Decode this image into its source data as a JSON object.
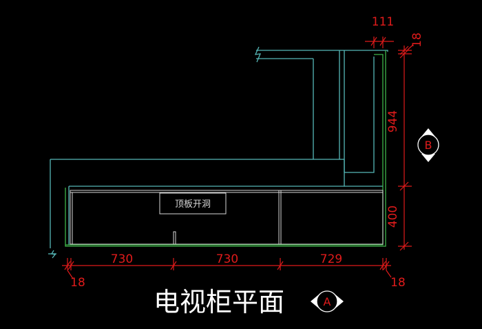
{
  "drawing": {
    "title": "电视柜平面",
    "label_top_hole": "顶板开洞",
    "colors": {
      "background": "#000000",
      "cyan": "#56b8b8",
      "green": "#3fb54a",
      "white": "#d8d8d8",
      "dimension": "#e01b1b"
    }
  },
  "dimensions": {
    "bottom": [
      "730",
      "730",
      "729"
    ],
    "bottom_left": "18",
    "bottom_right": "18",
    "top_width": "111",
    "top_right": "18",
    "right_upper": "944",
    "right_lower": "400"
  },
  "markers": {
    "section_a": "A",
    "section_b": "B"
  }
}
